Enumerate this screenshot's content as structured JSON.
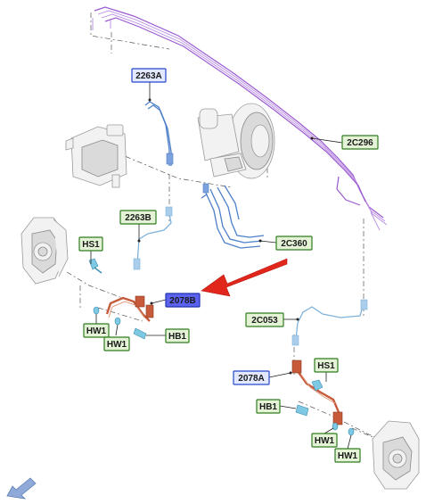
{
  "labels": {
    "l2263A": "2263A",
    "l2C296": "2C296",
    "l2263B": "2263B",
    "l2C360": "2C360",
    "lHS1_left": "HS1",
    "l2078B": "2078B",
    "lHW1_a": "HW1",
    "lHW1_b": "HW1",
    "lHB1_left": "HB1",
    "l2C053": "2C053",
    "lHS1_right": "HS1",
    "l2078A": "2078A",
    "lHB1_right": "HB1",
    "lHW1_c": "HW1",
    "lHW1_d": "HW1"
  },
  "colors": {
    "label_green_fill": "#e4f2d6",
    "label_green_stroke": "#2f7d1f",
    "label_blue_fill": "#e2e8ff",
    "label_blue_stroke": "#2747c9",
    "highlight_label_fill": "#5b62f0",
    "pointer_arrow": "#e1261c",
    "orientation_arrow": "#8fa9d8"
  },
  "icons": {
    "pointer": "red-arrow-icon",
    "orientation": "orientation-arrow-icon"
  }
}
